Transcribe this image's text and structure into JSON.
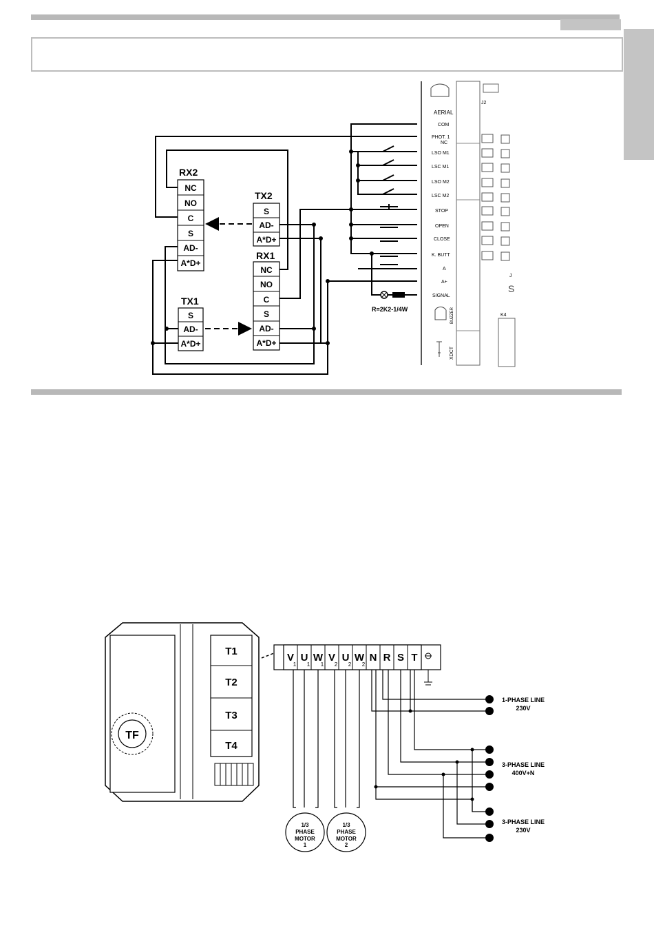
{
  "header": {
    "title": ""
  },
  "wiring_diagram": {
    "rx2": {
      "label": "RX2",
      "terminals": [
        "NC",
        "NO",
        "C",
        "S",
        "AD-",
        "A*D+"
      ]
    },
    "tx2": {
      "label": "TX2",
      "terminals": [
        "S",
        "AD-",
        "A*D+"
      ]
    },
    "rx1": {
      "label": "RX1",
      "terminals": [
        "NC",
        "NO",
        "C",
        "S",
        "AD-",
        "A*D+"
      ]
    },
    "tx1": {
      "label": "TX1",
      "terminals": [
        "S",
        "AD-",
        "A*D+"
      ]
    },
    "board_labels": [
      "AERIAL",
      "COM",
      "PHOT. 1",
      "NC",
      "LSO M1",
      "LSC M1",
      "LSO M2",
      "LSC M2",
      "STOP",
      "OPEN",
      "CLOSE",
      "K. BUTT",
      "A",
      "A+",
      "SIGNAL",
      "BUZZER",
      "XDCT"
    ],
    "board_header": "J2",
    "board_side_j": "J",
    "board_side_s": "S",
    "board_k4": "K4",
    "resistor_label": "R=2K2-1/4W"
  },
  "motor_diagram": {
    "transformer": "TF",
    "fuses": [
      "T1",
      "T2",
      "T3",
      "T4"
    ],
    "terminals": [
      {
        "main": "V",
        "sub": "1"
      },
      {
        "main": "U",
        "sub": "1"
      },
      {
        "main": "W",
        "sub": "1"
      },
      {
        "main": "V",
        "sub": "2"
      },
      {
        "main": "U",
        "sub": "2"
      },
      {
        "main": "W",
        "sub": "2"
      },
      {
        "main": "N",
        "sub": ""
      },
      {
        "main": "R",
        "sub": ""
      },
      {
        "main": "S",
        "sub": ""
      },
      {
        "main": "T",
        "sub": ""
      }
    ],
    "line_1phase": [
      "1-PHASE LINE",
      "230V"
    ],
    "line_3phase_400": [
      "3-PHASE LINE",
      "400V+N"
    ],
    "line_3phase_230": [
      "3-PHASE LINE",
      "230V"
    ],
    "motor1": [
      "1/3",
      "PHASE",
      "MOTOR",
      "1"
    ],
    "motor2": [
      "1/3",
      "PHASE",
      "MOTOR",
      "2"
    ]
  }
}
